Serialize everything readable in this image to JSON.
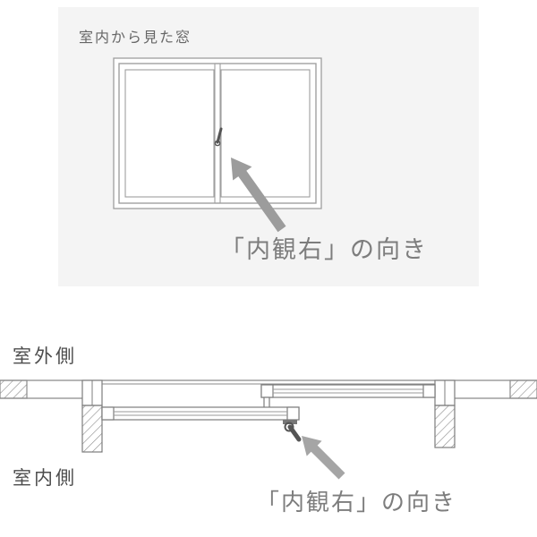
{
  "top_panel": {
    "title": "室内から見た窓",
    "caption": "「内観右」の向き"
  },
  "section": {
    "outdoor_label": "室外側",
    "indoor_label": "室内側",
    "caption": "「内観右」の向き"
  },
  "colors": {
    "panel_bg": "#f4f4f4",
    "line": "#8a8a8a",
    "arrow": "#9c9c9c",
    "caption_text": "#7d7d7d",
    "label_text": "#4d4d4d"
  }
}
